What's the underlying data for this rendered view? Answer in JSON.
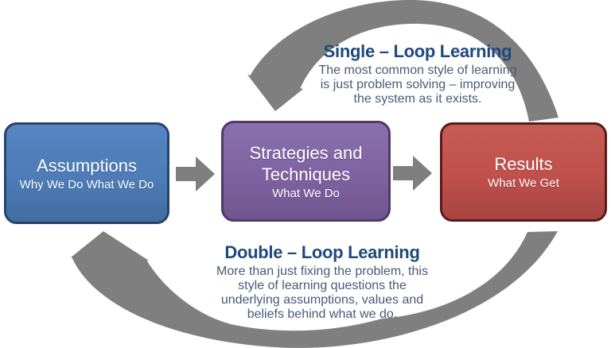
{
  "single_loop": {
    "title": "Single – Loop Learning",
    "lines": [
      "The most common style of learning",
      "is just problem solving – improving",
      "the system as it exists."
    ]
  },
  "double_loop": {
    "title": "Double – Loop Learning",
    "lines": [
      "More than just fixing the problem, this",
      "style of learning questions the",
      "underlying assumptions, values and",
      "beliefs behind what we do."
    ]
  },
  "boxes": [
    {
      "title": "Assumptions",
      "subtitle": "Why We Do What We Do",
      "fill": "#4F81BD",
      "border": "#25456A"
    },
    {
      "title": "Strategies and Techniques",
      "subtitle": "What We Do",
      "fill": "#8064A2",
      "border": "#4F3A6B"
    },
    {
      "title": "Results",
      "subtitle": "What We Get",
      "fill": "#C0504D",
      "border": "#551D1A"
    }
  ],
  "colors": {
    "arrow_gray": "#7F7F7F",
    "heading_text": "#1F497D",
    "body_text": "#475B77",
    "box_text": "#FFFFFF",
    "background": "#FFFFFF"
  }
}
